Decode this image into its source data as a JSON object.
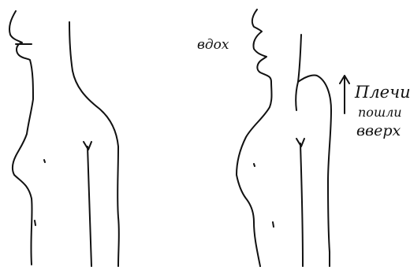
{
  "labels": {
    "inhale": "вдох",
    "shoulders_line1": "Плечи",
    "shoulders_line2": "пошли",
    "shoulders_line3": "вверх"
  },
  "colors": {
    "ink": "#111111",
    "paper": "#ffffff"
  }
}
